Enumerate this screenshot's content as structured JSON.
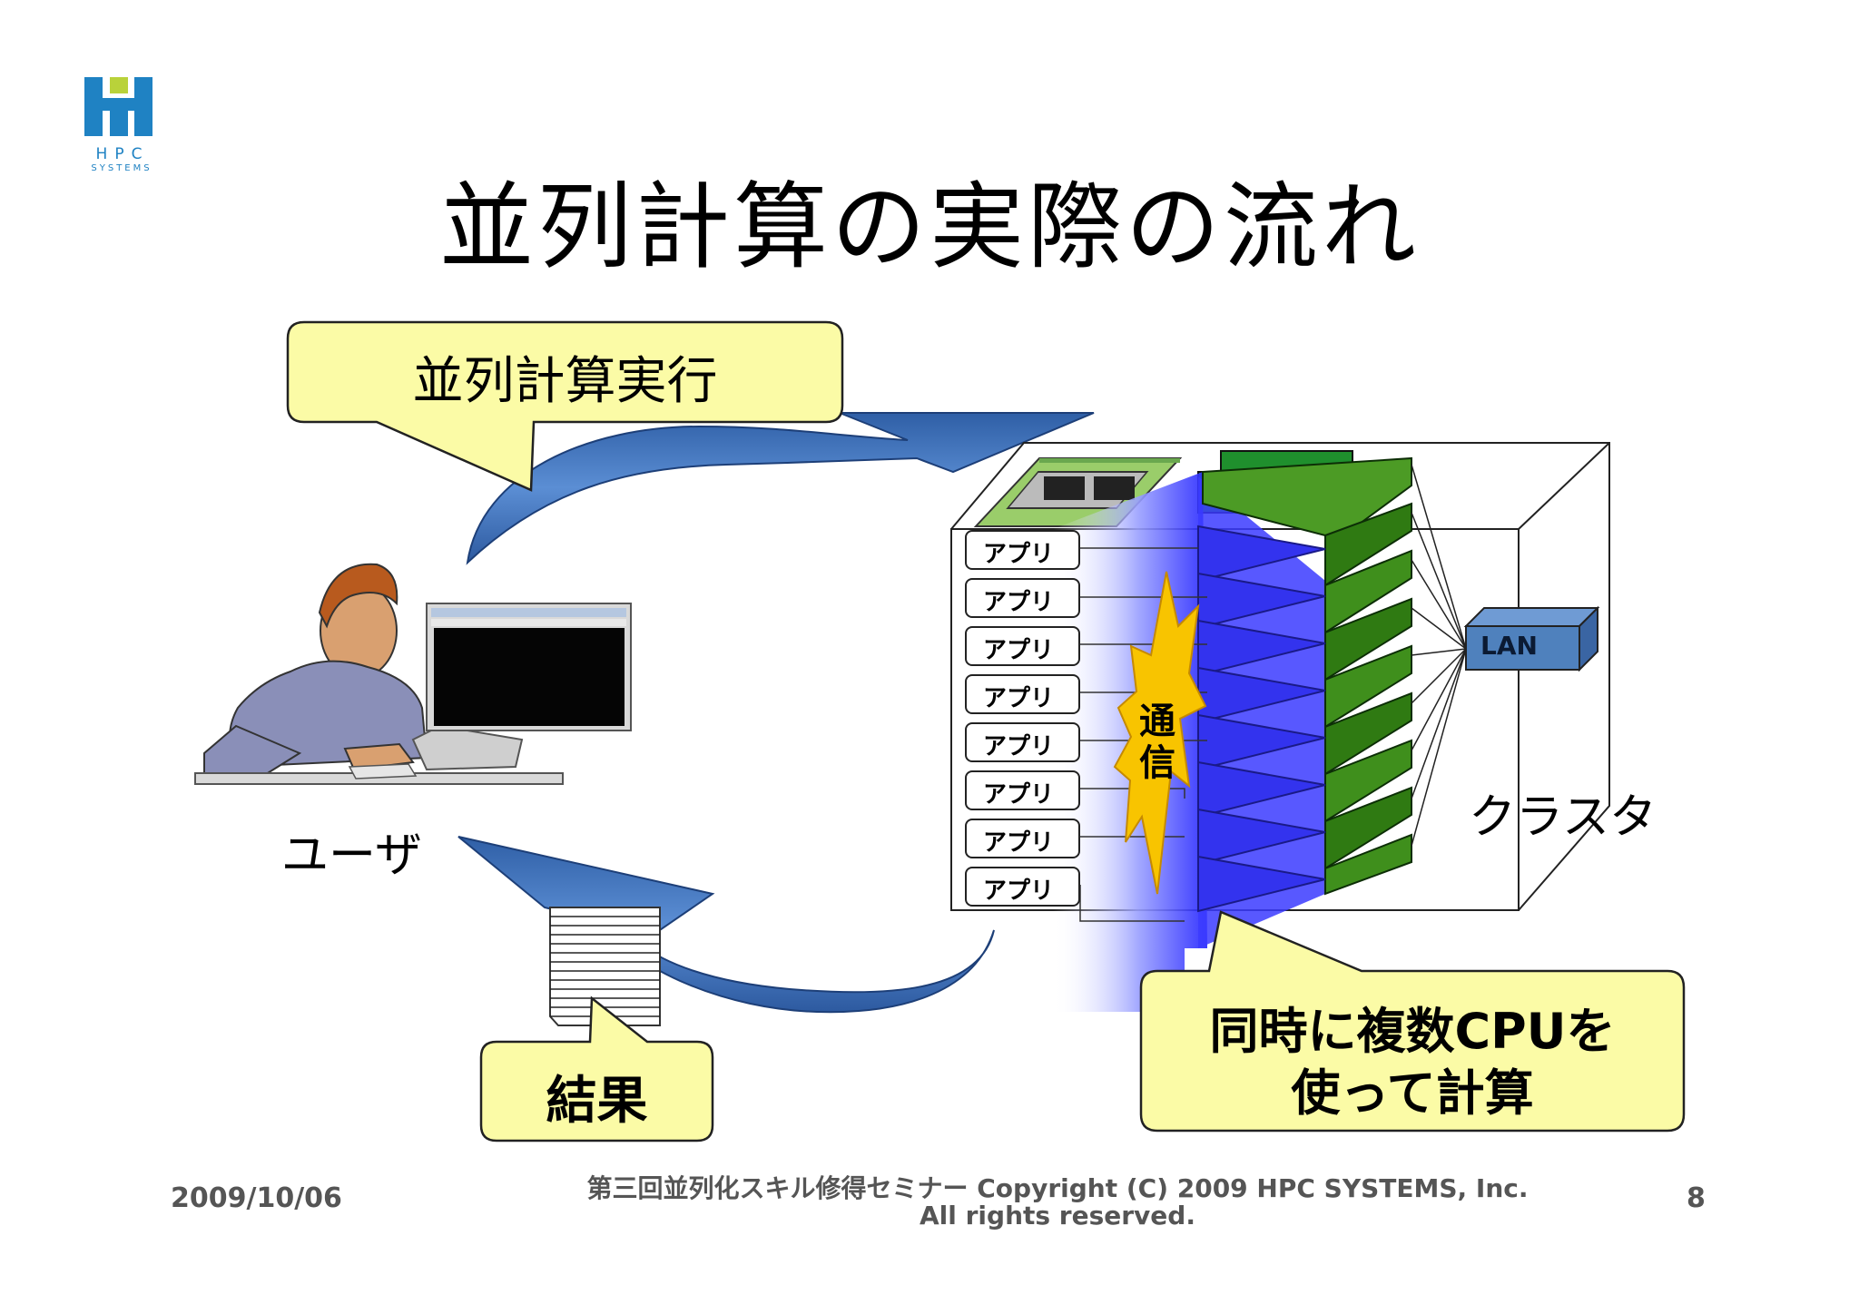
{
  "logo": {
    "text_line1": "HPC",
    "text_line2": "SYSTEMS"
  },
  "title": "並列計算の実際の流れ",
  "callouts": {
    "execute": "並列計算実行",
    "result": "結果",
    "parallel_line1": "同時に複数CPUを",
    "parallel_line2": "使って計算"
  },
  "labels": {
    "user": "ユーザ",
    "cluster": "クラスタ",
    "lan": "LAN",
    "comm_line1": "通",
    "comm_line2": "信"
  },
  "apps": [
    "アプリ",
    "アプリ",
    "アプリ",
    "アプリ",
    "アプリ",
    "アプリ",
    "アプリ",
    "アプリ"
  ],
  "footer": {
    "date": "2009/10/06",
    "copyright_line1": "第三回並列化スキル修得セミナー Copyright (C) 2009 HPC SYSTEMS, Inc.",
    "copyright_line2": "All rights reserved.",
    "page": "8"
  },
  "colors": {
    "logo_blue": "#1f82c3",
    "logo_green": "#b9d23a",
    "callout_fill": "#fbfba6",
    "arrow_blue": "#4a7cc2",
    "board_green": "#3f8f1c",
    "lan_blue": "#4f81bd",
    "burst_yellow": "#f8c400"
  }
}
